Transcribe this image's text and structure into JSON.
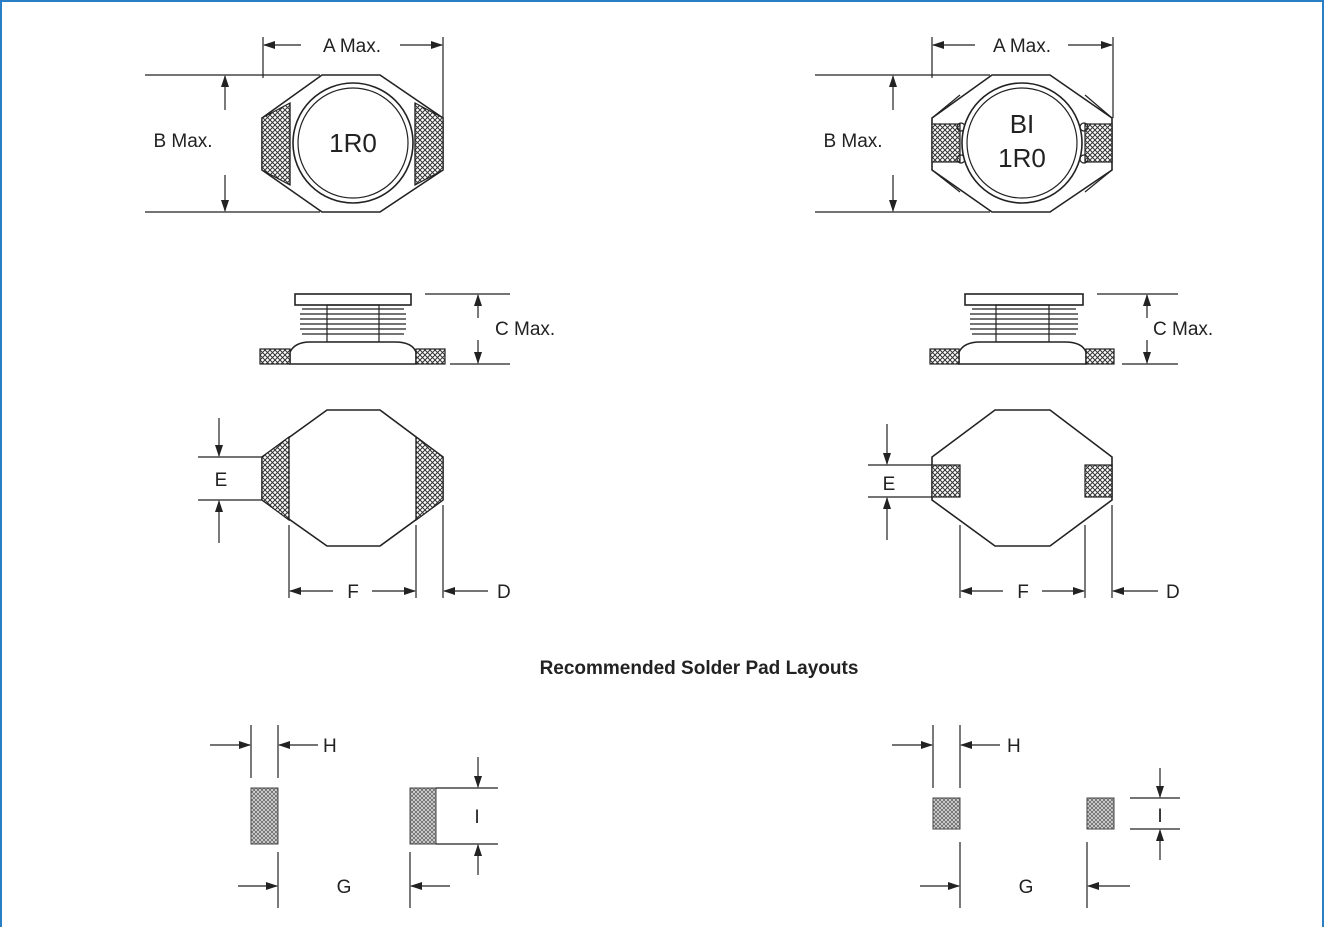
{
  "title": "Recommended Solder Pad Layouts",
  "left": {
    "marking": [
      "1R0"
    ],
    "dims": {
      "a": "A Max.",
      "b": "B Max.",
      "c": "C Max.",
      "d": "D",
      "e": "E",
      "f": "F"
    },
    "pads": {
      "g": "G",
      "h": "H",
      "i": "I"
    }
  },
  "right": {
    "marking": [
      "BI",
      "1R0"
    ],
    "dims": {
      "a": "A Max.",
      "b": "B Max.",
      "c": "C Max.",
      "d": "D",
      "e": "E",
      "f": "F"
    },
    "pads": {
      "g": "G",
      "h": "H",
      "i": "I"
    }
  },
  "colors": {
    "frame": "#2a7fc4",
    "line": "#222222"
  }
}
